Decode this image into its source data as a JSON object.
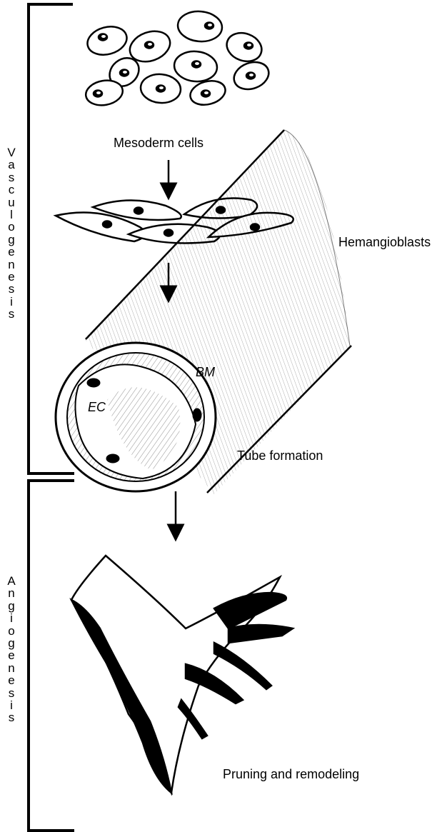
{
  "brackets": {
    "vasculogenesis": "Vasculogenesis",
    "angiogenesis": "Angiogenesis"
  },
  "labels": {
    "mesoderm": "Mesoderm cells",
    "hemangioblasts": "Hemangioblasts",
    "bm": "BM",
    "ec": "EC",
    "tube": "Tube formation",
    "pruning": "Pruning and remodeling"
  },
  "colors": {
    "ink": "#000000",
    "background": "#ffffff",
    "cell_fill": "#ffffff"
  }
}
